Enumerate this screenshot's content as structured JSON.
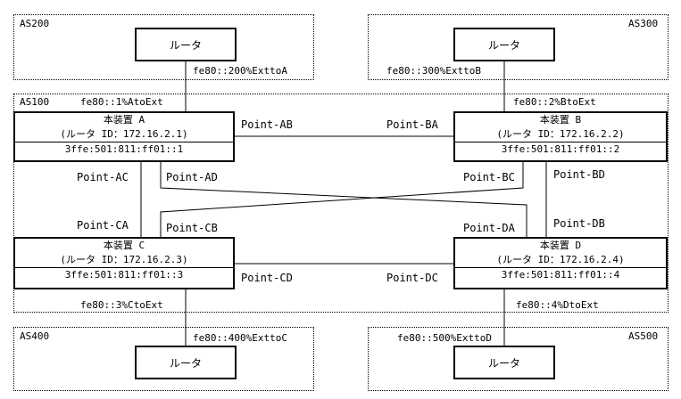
{
  "as_labels": {
    "as200": "AS200",
    "as300": "AS300",
    "as100": "AS100",
    "as400": "AS400",
    "as500": "AS500"
  },
  "routers": {
    "r200": "ルータ",
    "r300": "ルータ",
    "r400": "ルータ",
    "r500": "ルータ"
  },
  "devices": {
    "a": {
      "name": "本装置 A",
      "router_id": "(ルータ ID：172.16.2.1)",
      "addr": "3ffe:501:811:ff01::1"
    },
    "b": {
      "name": "本装置 B",
      "router_id": "(ルータ ID：172.16.2.2)",
      "addr": "3ffe:501:811:ff01::2"
    },
    "c": {
      "name": "本装置 C",
      "router_id": "(ルータ ID：172.16.2.3)",
      "addr": "3ffe:501:811:ff01::3"
    },
    "d": {
      "name": "本装置 D",
      "router_id": "(ルータ ID：172.16.2.4)",
      "addr": "3ffe:501:811:ff01::4"
    }
  },
  "interfaces": {
    "r200": "fe80::200%ExttoA",
    "r300": "fe80::300%ExttoB",
    "a_ext": "fe80::1%AtoExt",
    "b_ext": "fe80::2%BtoExt",
    "c_ext": "fe80::3%CtoExt",
    "d_ext": "fe80::4%DtoExt",
    "r400": "fe80::400%ExttoC",
    "r500": "fe80::500%ExttoD"
  },
  "points": {
    "ab": "Point-AB",
    "ba": "Point-BA",
    "ac": "Point-AC",
    "ad": "Point-AD",
    "bc": "Point-BC",
    "bd": "Point-BD",
    "ca": "Point-CA",
    "cb": "Point-CB",
    "da": "Point-DA",
    "db": "Point-DB",
    "cd": "Point-CD",
    "dc": "Point-DC"
  }
}
